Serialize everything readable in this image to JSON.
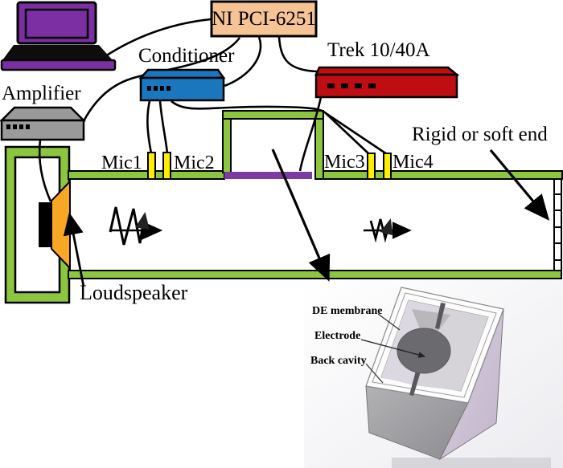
{
  "figure": {
    "kind": "acoustic-impedance-tube-experimental-setup",
    "devices": {
      "laptop": {
        "name": "laptop"
      },
      "daq": {
        "label": "NI PCI-6251"
      },
      "conditioner": {
        "label": "Conditioner"
      },
      "hv_amplifier": {
        "label": "Trek 10/40A"
      },
      "amplifier": {
        "label": "Amplifier"
      }
    },
    "microphones": {
      "mic1": "Mic1",
      "mic2": "Mic2",
      "mic3": "Mic3",
      "mic4": "Mic4"
    },
    "tube": {
      "loudspeaker_label": "Loudspeaker",
      "end_label": "Rigid or soft end"
    },
    "inset": {
      "membrane_label": "DE membrane",
      "electrode_label": "Electrode",
      "cavity_label": "Back cavity"
    },
    "colors": {
      "tube_green": "#8CC63F",
      "membrane_purple": "#7A3CA3",
      "mic_yellow": "#FFEE00",
      "laptop_purple": "#7B2FA2",
      "daq_peach": "#F6C494",
      "conditioner_blue": "#1A76BD",
      "trek_red": "#BE0E12",
      "amplifier_gray": "#9A9A9A",
      "speaker_orange": "#F7A723",
      "electrode_gray": "#6B6B6F",
      "cube_top_white": "#FCFCFD",
      "wire_black": "#000000"
    }
  }
}
